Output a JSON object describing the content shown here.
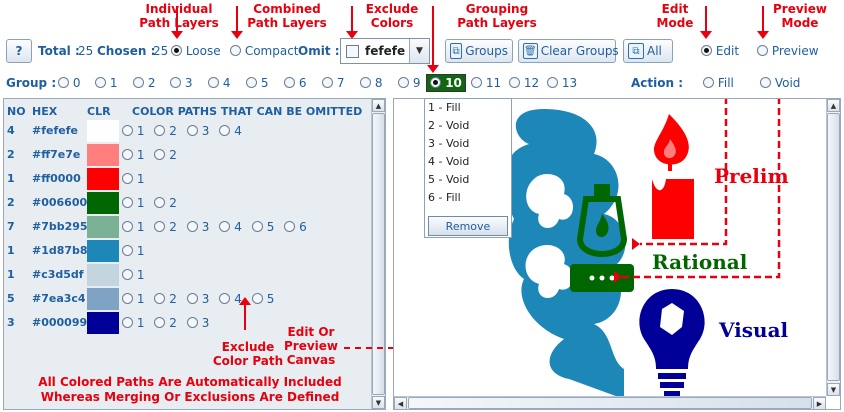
{
  "annotations": {
    "individual": "Individual\nPath Layers",
    "combined": "Combined\nPath Layers",
    "exclude_colors": "Exclude\nColors",
    "grouping": "Grouping\nPath Layers",
    "edit_mode": "Edit\nMode",
    "preview_mode": "Preview\nMode",
    "exclude_color_path": "Exclude\nColor Path",
    "edit_preview_canvas": "Edit Or\nPreview\nCanvas",
    "footer_line1": "All Colored Paths Are Automatically Included",
    "footer_line2": "Whereas Merging Or Exclusions Are Defined"
  },
  "toolbar": {
    "help": "?",
    "total_label": "Total :",
    "total_value": "25",
    "chosen_label": "Chosen :",
    "chosen_value": "25",
    "loose": "Loose",
    "compact": "Compact",
    "omit_label": "Omit :",
    "omit_value": "fefefe",
    "groups_button": "Groups",
    "clear_groups_button": "Clear Groups",
    "all_button": "All",
    "edit": "Edit",
    "preview": "Preview"
  },
  "group_bar": {
    "label": "Group :",
    "options": [
      "0",
      "1",
      "2",
      "3",
      "4",
      "5",
      "6",
      "7",
      "8",
      "9",
      "10",
      "11",
      "12",
      "13"
    ],
    "selected": "10",
    "action_label": "Action :",
    "fill": "Fill",
    "void": "Void"
  },
  "table": {
    "headers": {
      "no": "NO",
      "hex": "HEX",
      "clr": "CLR",
      "paths": "COLOR PATHS THAT CAN BE OMITTED"
    },
    "rows": [
      {
        "no": "4",
        "hex": "#fefefe",
        "color": "#fefefe",
        "paths": [
          "1",
          "2",
          "3",
          "4"
        ]
      },
      {
        "no": "2",
        "hex": "#ff7e7e",
        "color": "#ff7e7e",
        "paths": [
          "1",
          "2"
        ]
      },
      {
        "no": "1",
        "hex": "#ff0000",
        "color": "#ff0000",
        "paths": [
          "1"
        ]
      },
      {
        "no": "2",
        "hex": "#006600",
        "color": "#006600",
        "paths": [
          "1",
          "2"
        ]
      },
      {
        "no": "7",
        "hex": "#7bb295",
        "color": "#7bb295",
        "paths": [
          "1",
          "2",
          "3",
          "4",
          "5",
          "6"
        ]
      },
      {
        "no": "1",
        "hex": "#1d87b8",
        "color": "#1d87b8",
        "paths": [
          "1"
        ]
      },
      {
        "no": "1",
        "hex": "#c3d5df",
        "color": "#c3d5df",
        "paths": [
          "1"
        ]
      },
      {
        "no": "5",
        "hex": "#7ea3c4",
        "color": "#7ea3c4",
        "paths": [
          "1",
          "2",
          "3",
          "4",
          "5"
        ]
      },
      {
        "no": "3",
        "hex": "#000099",
        "color": "#000099",
        "paths": [
          "1",
          "2",
          "3"
        ]
      }
    ]
  },
  "group_dropdown": {
    "items": [
      "1 - Fill",
      "2 - Void",
      "3 - Void",
      "4 - Void",
      "5 - Void",
      "6 - Fill"
    ],
    "remove_button": "Remove"
  },
  "canvas_labels": {
    "prelim": "Prelim",
    "rational": "Rational",
    "visual": "Visual"
  },
  "colors": {
    "accent_blue": "#1f5fa0",
    "annotation_red": "#e8000e",
    "head_blue": "#1d87b8",
    "flame_red": "#ff0000",
    "lamp_green": "#006600",
    "bulb_navy": "#000099"
  }
}
